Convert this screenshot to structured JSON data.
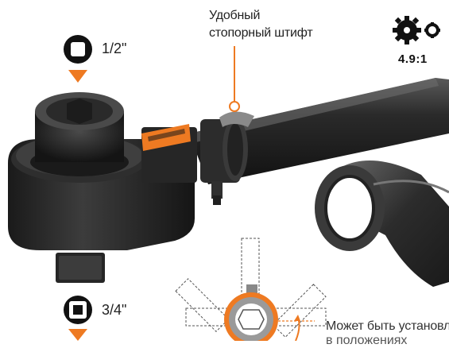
{
  "callouts": {
    "pin_line1": "Удобный",
    "pin_line2": "стопорный штифт",
    "size_top": "1/2\"",
    "size_bottom": "3/4\"",
    "gear_ratio": "4.9:1",
    "position_note": "Может быть установлен",
    "position_note_2": "в положениях"
  },
  "icons": {
    "square_drive_half": "square-drive-icon",
    "square_drive_three_quarter": "square-drive-icon",
    "down_arrow": "down-arrow-icon",
    "gear": "gear-icon"
  },
  "colors": {
    "accent": "#ee7a22",
    "metal_dark": "#1c1c1c",
    "metal_mid": "#3a3a3a",
    "metal_light": "#6a6a6a"
  }
}
